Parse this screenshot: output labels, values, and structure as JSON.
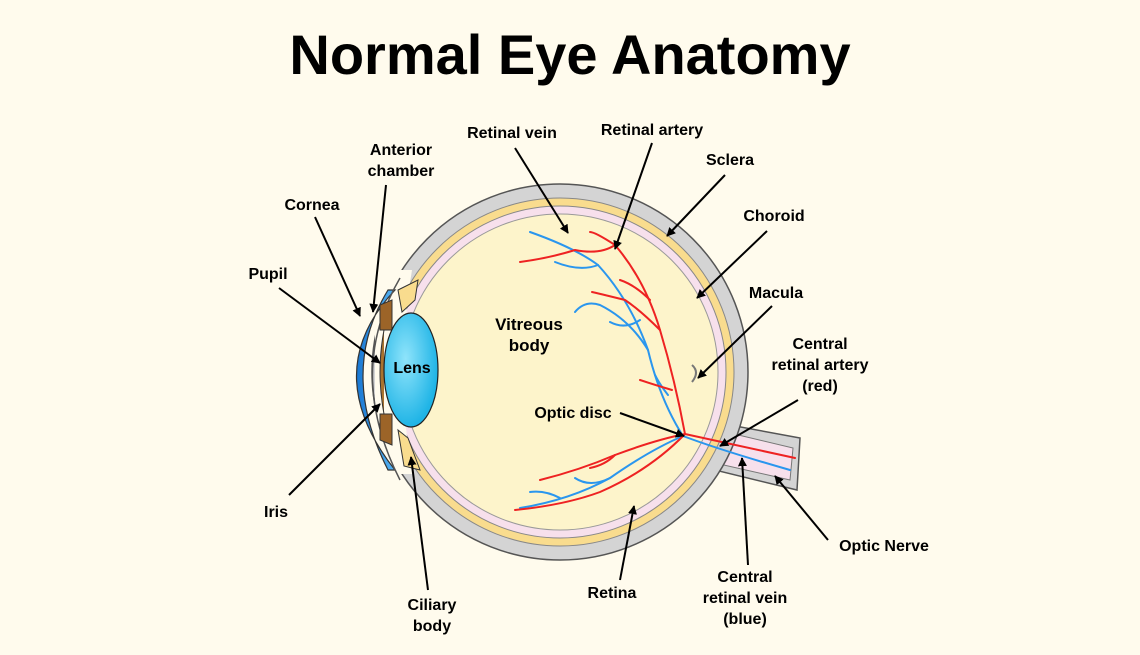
{
  "title": "Normal Eye Anatomy",
  "labels": {
    "retinal_vein": "Retinal vein",
    "retinal_artery": "Retinal artery",
    "sclera": "Sclera",
    "anterior_chamber": [
      "Anterior",
      "chamber"
    ],
    "cornea": "Cornea",
    "choroid": "Choroid",
    "pupil": "Pupil",
    "macula": "Macula",
    "vitreous_body": [
      "Vitreous",
      "body"
    ],
    "central_retinal_artery": [
      "Central",
      "retinal artery",
      "(red)"
    ],
    "lens": "Lens",
    "optic_disc": "Optic disc",
    "iris": "Iris",
    "optic_nerve": "Optic Nerve",
    "central_retinal_vein": [
      "Central",
      "retinal vein",
      "(blue)"
    ],
    "retina": "Retina",
    "ciliary_body": [
      "Ciliary",
      "body"
    ]
  },
  "colors": {
    "background": "#fffbed",
    "sclera": "#d4d4d4",
    "choroid": "#f9dc8e",
    "retina": "#f7e0ec",
    "vitreous": "#fdf4cb",
    "cornea": "#2a8fe0",
    "lens": "#35c8ee",
    "iris": "#9c6428",
    "artery": "#ee2222",
    "vein": "#2a96ee"
  }
}
